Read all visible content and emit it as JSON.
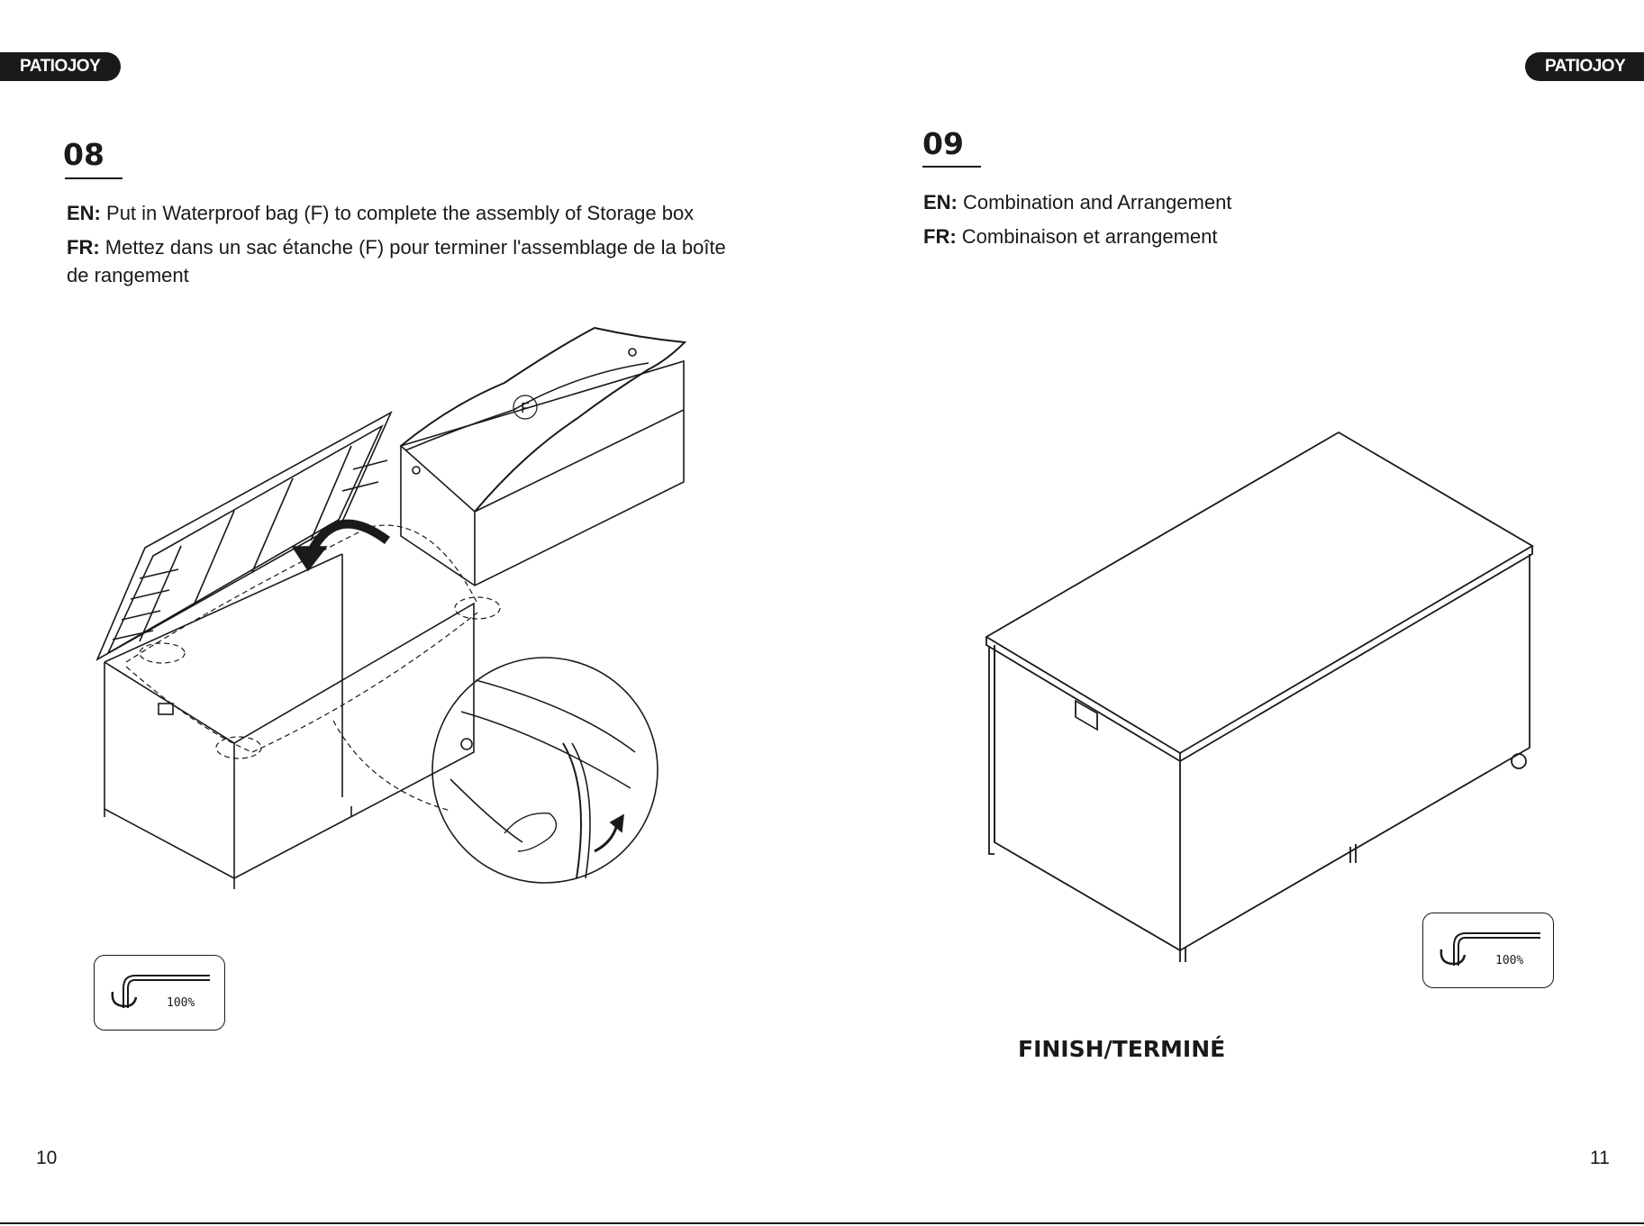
{
  "brand": {
    "logo_text": "PATIOJOY"
  },
  "left_page": {
    "step_number": "08",
    "en_label": "EN:",
    "en_text": "Put in Waterproof bag (F) to complete the assembly of Storage box",
    "fr_label": "FR:",
    "fr_text_line1": "Mettez dans un sac étanche (F) pour terminer l'assemblage de la boîte",
    "fr_text_line2": "de rangement",
    "part_label": "F",
    "tool_percent": "100%",
    "page_number": "10"
  },
  "right_page": {
    "step_number": "09",
    "en_label": "EN:",
    "en_text": "Combination and Arrangement",
    "fr_label": "FR:",
    "fr_text": "Combinaison et arrangement",
    "tool_percent": "100%",
    "finish_text": "FINISH/TERMINÉ",
    "page_number": "11"
  },
  "icons": [
    "allen-key-icon",
    "rotate-arrow-icon",
    "curved-arrow-icon",
    "hand-icon"
  ]
}
